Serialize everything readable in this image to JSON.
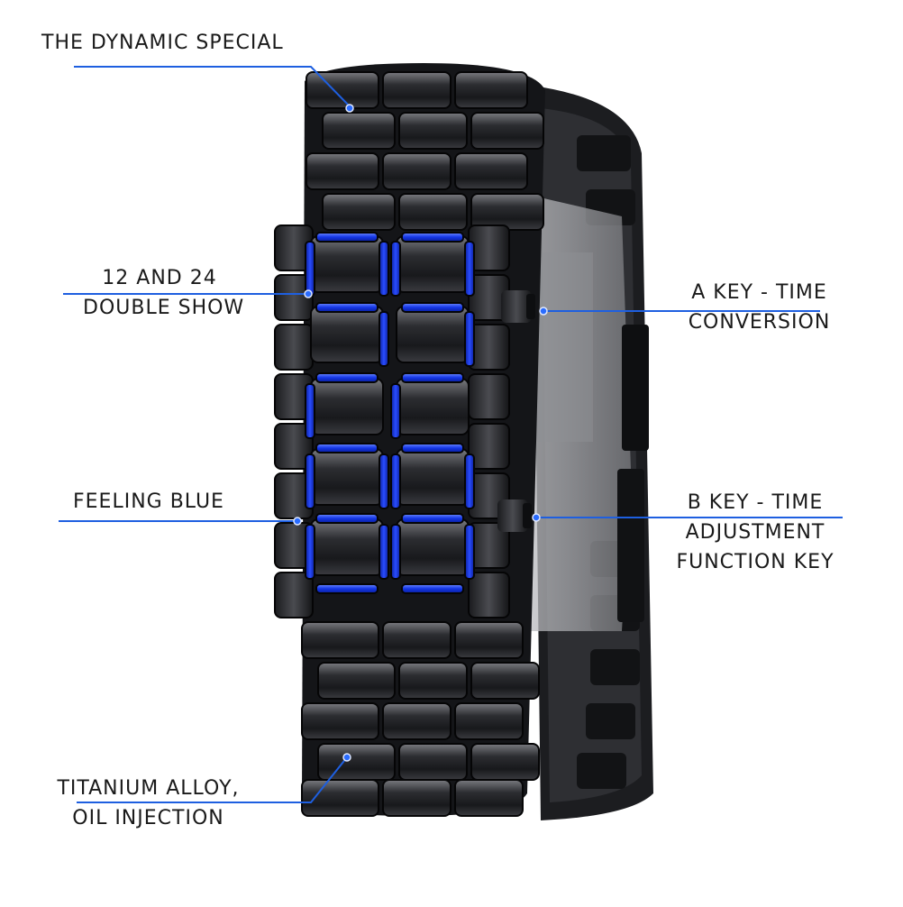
{
  "accent": "#1e5fe0",
  "callouts": {
    "dynamic_special": {
      "lines": [
        "THE DYNAMIC SPECIAL"
      ]
    },
    "double_show": {
      "lines": [
        "12 AND 24",
        "DOUBLE SHOW"
      ]
    },
    "feeling_blue": {
      "lines": [
        "FEELING BLUE"
      ]
    },
    "titanium": {
      "lines": [
        "TITANIUM ALLOY,",
        "OIL INJECTION"
      ]
    },
    "a_key": {
      "lines": [
        "A KEY - TIME",
        "CONVERSION"
      ]
    },
    "b_key": {
      "lines": [
        "B KEY - TIME",
        "ADJUSTMENT",
        "FUNCTION KEY"
      ]
    }
  }
}
